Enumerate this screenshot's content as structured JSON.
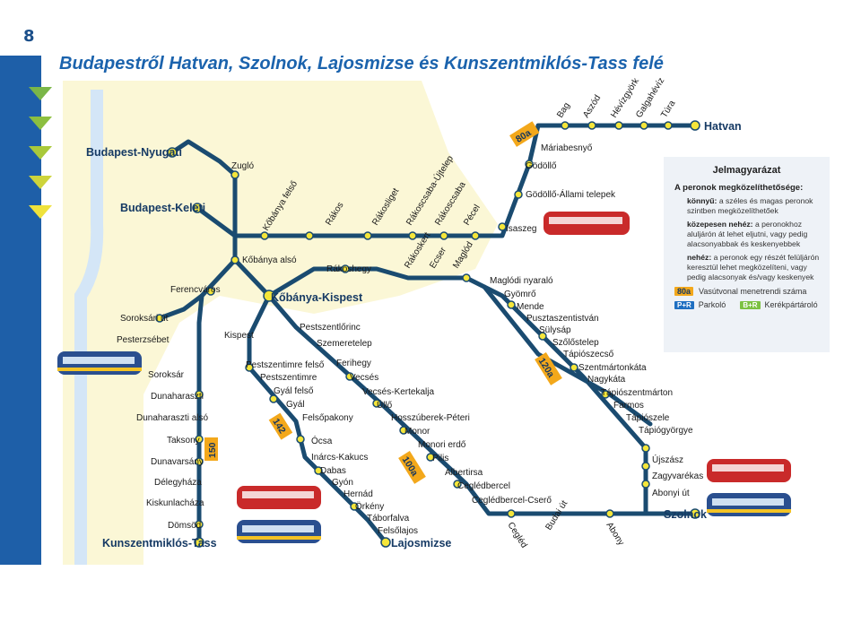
{
  "page_number": "8",
  "title": "Budapestről Hatvan, Szolnok, Lajosmizse és Kunszentmiklós-Tass felé",
  "colors": {
    "line": "#1a4b70",
    "station_fill": "#f5e63a",
    "station_stroke": "#8a7a10",
    "highlight_area": "#fbf7d6",
    "river": "#cfe3f6",
    "badge_bg": "#f3a81b",
    "park_ride": "#1f6fc1",
    "bike_ride": "#7cc142",
    "sidebar": "#1e5fa8"
  },
  "sidebar_markers": [
    "green-triangle",
    "green-triangle",
    "green-triangle",
    "yellow-green-triangle",
    "yellow-triangle"
  ],
  "line_badges": [
    "80a",
    "120a",
    "100a",
    "142",
    "150"
  ],
  "icons": {
    "park_ride": "P+R",
    "bike_ride": "B+R"
  },
  "terminals": [
    "Budapest-Nyugati",
    "Budapest-Keleti",
    "Kőbánya-Kispest",
    "Hatvan",
    "Szolnok",
    "Lajosmizse",
    "Kunszentmiklós-Tass"
  ],
  "stations": [
    "Zugló",
    "Kőbánya felső",
    "Rákos",
    "Rákosliget",
    "Rákoscsaba-Újtelep",
    "Rákoscsaba",
    "Pécel",
    "Isaszeg",
    "Gödöllő-Állami telepek",
    "Gödöllő",
    "Máriabesnyő",
    "Bag",
    "Aszód",
    "Hévízgyörk",
    "Galgahévíz",
    "Túra",
    "Kőbánya alsó",
    "Rákoshegy",
    "Rákoskert",
    "Ecser",
    "Maglód",
    "Maglódi nyaraló",
    "Gyömrő",
    "Mende",
    "Pusztaszentistván",
    "Sülysáp",
    "Szőlőstelep",
    "Tápiószecső",
    "Szentmártonkáta",
    "Nagykáta",
    "Tápiószentmárton",
    "Farmos",
    "Tápiószele",
    "Tápiógyörgye",
    "Újszász",
    "Zagyvarékas",
    "Abonyi út",
    "Ferencváros",
    "Soroksári út",
    "Pesterzsébet",
    "Soroksár",
    "Dunaharaszti",
    "Dunaharaszti alsó",
    "Taksony",
    "Dunavarsány",
    "Délegyháza",
    "Kiskunlacháza",
    "Dömsöd",
    "Kispest",
    "Pestszentlőrinc",
    "Szemeretelep",
    "Ferihegy",
    "Vecsés",
    "Vecsés-Kertekalja",
    "Üllő",
    "Hosszúberek-Péteri",
    "Monor",
    "Monori erdő",
    "Pilis",
    "Albertirsa",
    "Ceglédbercel",
    "Ceglédbercel-Cserő",
    "Cegléd",
    "Budai út",
    "Abony",
    "Pestszentimre felső",
    "Pestszentimre",
    "Gyál felső",
    "Gyál",
    "Felsőpakony",
    "Ócsa",
    "Inárcs-Kakucs",
    "Dabas",
    "Gyón",
    "Hernád",
    "Örkény",
    "Táborfalva",
    "Felsőlajos"
  ],
  "legend": {
    "title": "Jelmagyarázat",
    "subtitle": "A peronok megközelíthetősége:",
    "items": [
      {
        "term": "könnyű:",
        "text": "a széles és magas peronok szintben megközelíthetőek"
      },
      {
        "term": "közepesen nehéz:",
        "text": "a peronokhoz aluljárón át lehet eljutni, vagy pedig alacsonyabbak és keskenyebbek"
      },
      {
        "term": "nehéz:",
        "text": "a peronok egy részét felüljárón keresztül lehet megközelíteni, vagy pedig alacsonyak és/vagy keskenyek"
      }
    ],
    "badge_label": "Vasútvonal menetrendi száma",
    "park_label": "Parkoló",
    "bike_label": "Kerékpártároló"
  }
}
